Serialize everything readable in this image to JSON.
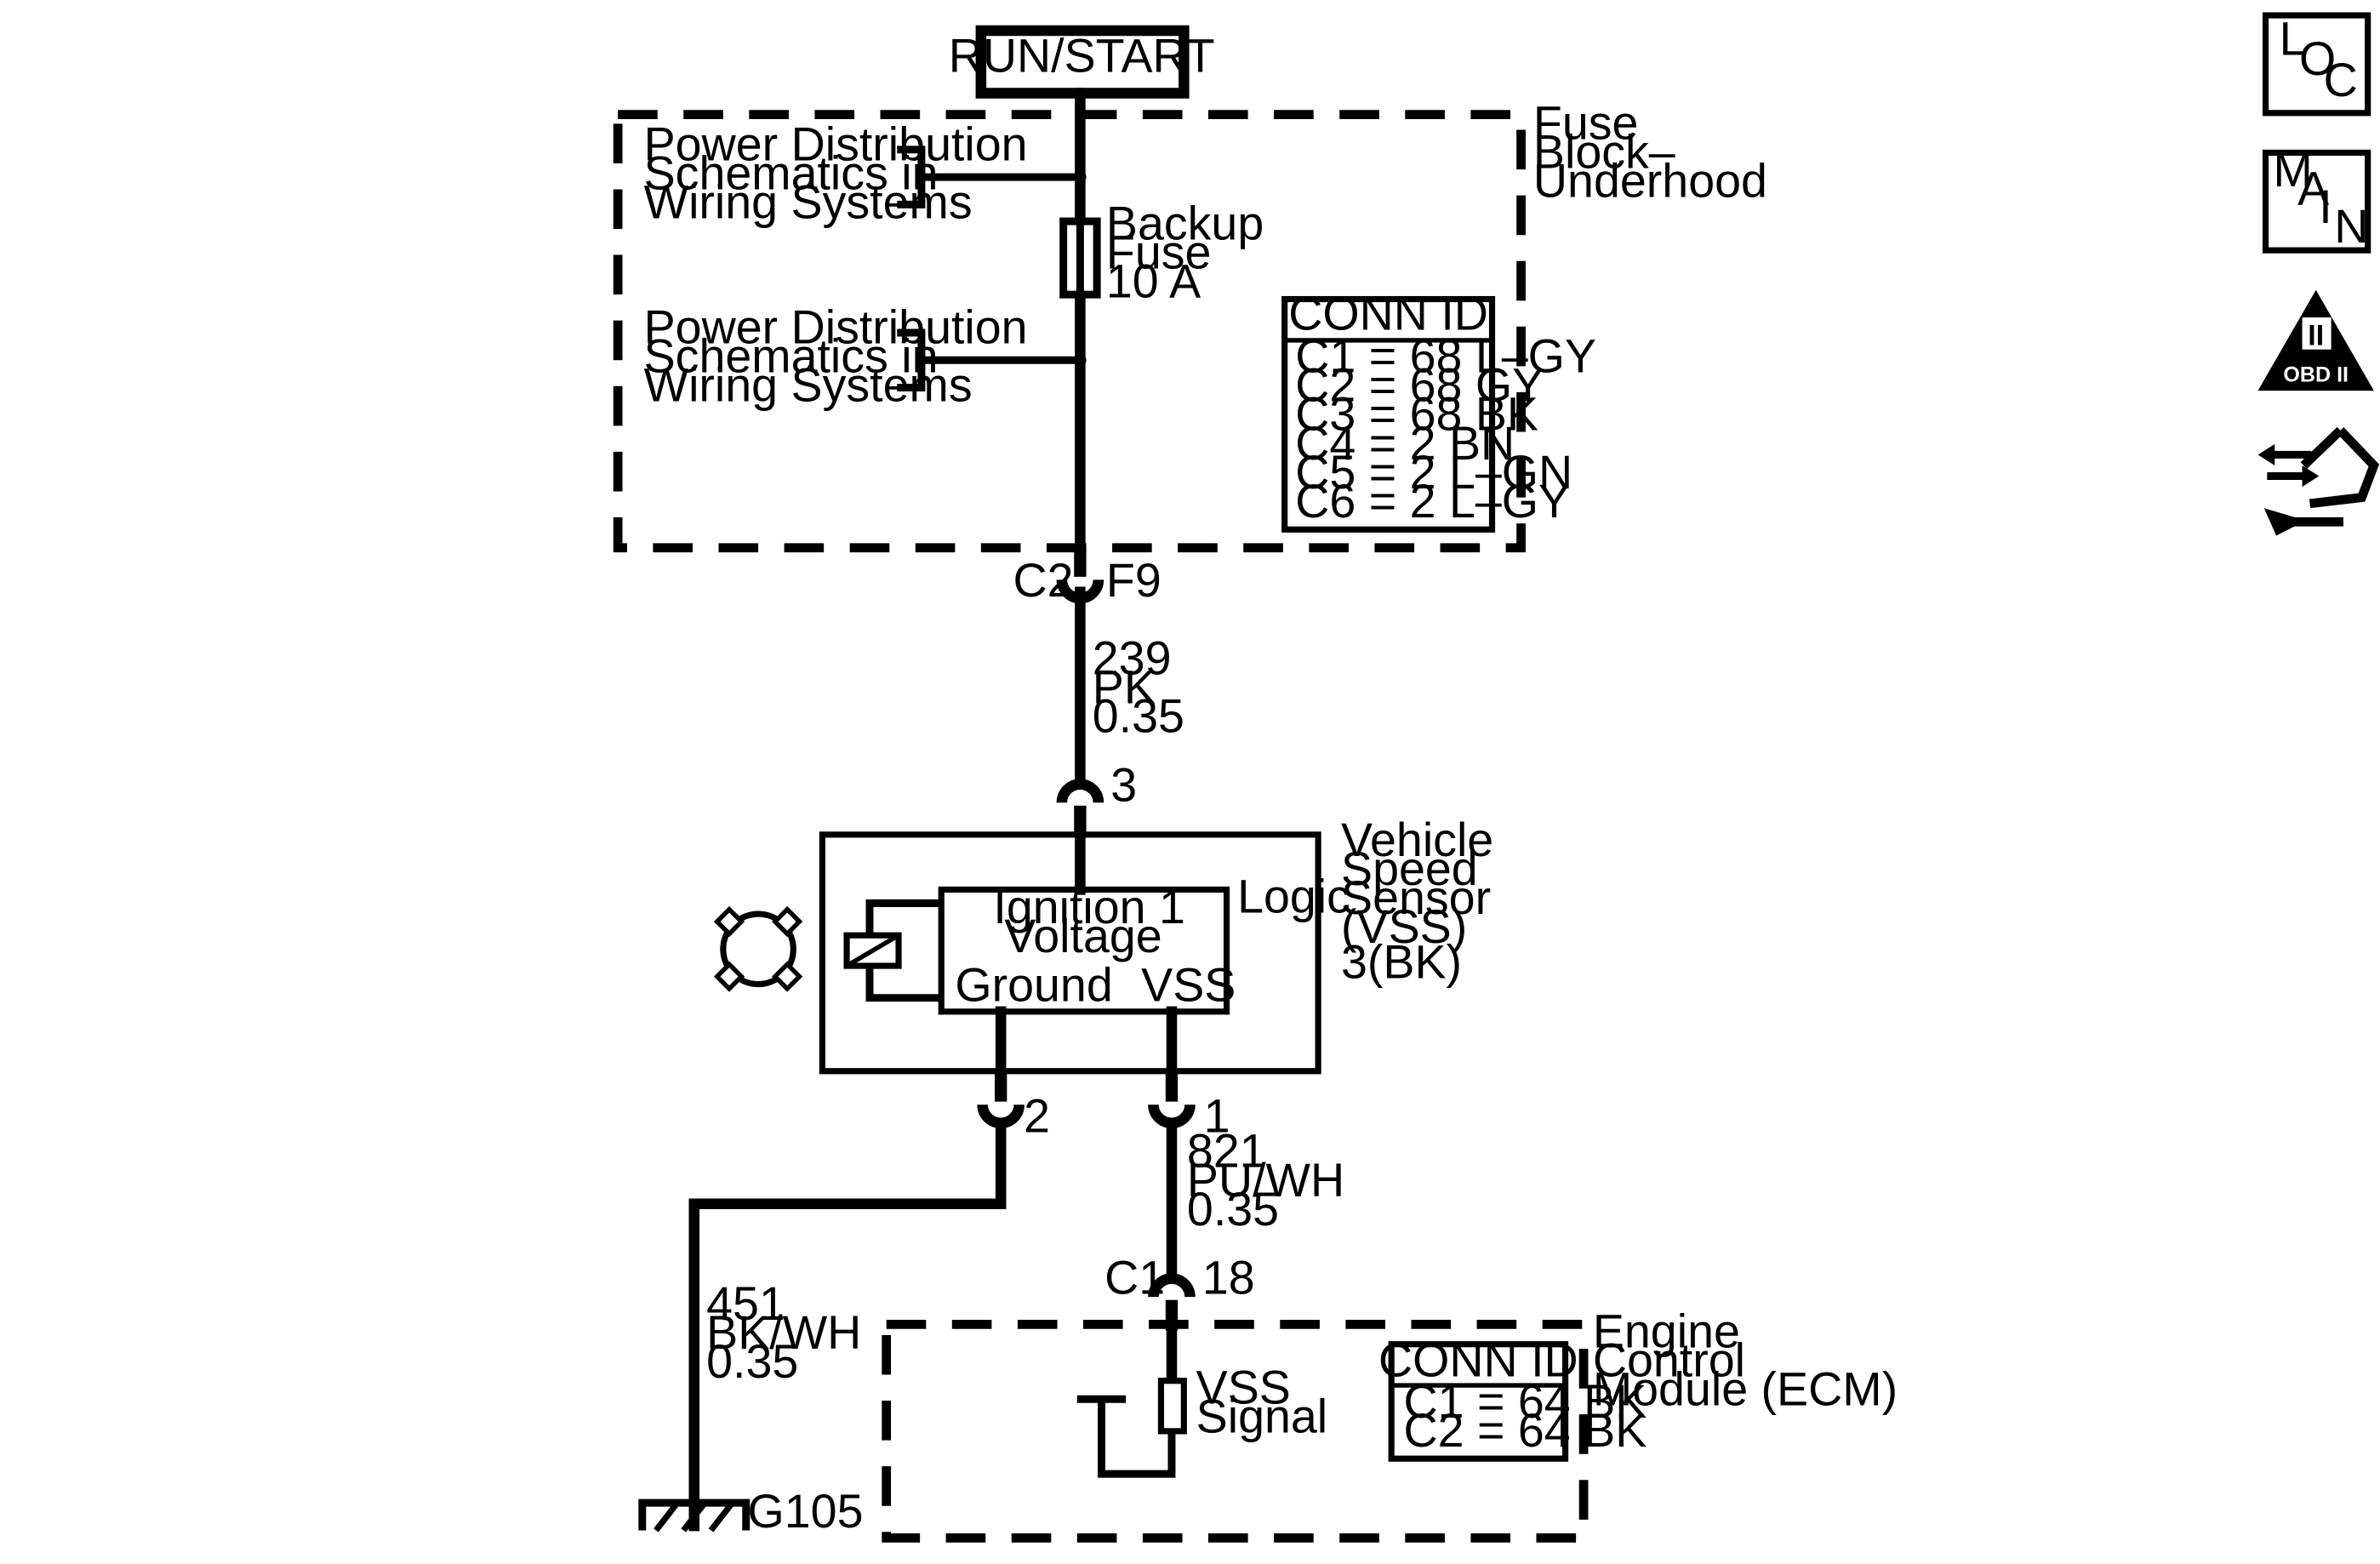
{
  "power": {
    "label": "RUN/START"
  },
  "fuse_block": {
    "name": [
      "Fuse",
      "Block–",
      "Underhood"
    ],
    "power_ref_1": [
      "Power Distribution",
      "Schematics in",
      "Wiring Systems"
    ],
    "power_ref_2": [
      "Power Distribution",
      "Schematics in",
      "Wiring Systems"
    ],
    "fuse": [
      "Backup",
      "Fuse",
      "10 A"
    ],
    "conn_id": {
      "title": "CONN ID",
      "rows": [
        "C1 = 68 L–GY",
        "C2 = 68 GY",
        "C3 = 68 BK",
        "C4 = 2 BN",
        "C5 = 2 L–GN",
        "C6 = 2 L–GY"
      ]
    }
  },
  "connectors": {
    "fuse_out": {
      "conn": "C2",
      "pin": "F9"
    },
    "vss_in": {
      "pin": "3"
    },
    "vss_ground": {
      "pin": "2"
    },
    "vss_signal": {
      "pin": "1"
    },
    "ecm_in": {
      "conn": "C1",
      "pin": "18"
    }
  },
  "wires": {
    "w239": [
      "239",
      "PK",
      "0.35"
    ],
    "w821": [
      "821",
      "PU/WH",
      "0.35"
    ],
    "w451": [
      "451",
      "BK/WH",
      "0.35"
    ]
  },
  "vss": {
    "name": [
      "Vehicle",
      "Speed",
      "Sensor",
      "(VSS)",
      "3(BK)"
    ],
    "logic": "Logic",
    "ignition": [
      "Ignition 1",
      "Voltage"
    ],
    "ground": "Ground",
    "vss": "VSS"
  },
  "ecm": {
    "name": [
      "Engine",
      "Control",
      "Module (ECM)"
    ],
    "signal": [
      "VSS",
      "Signal"
    ],
    "conn_id": {
      "title": "CONN ID",
      "rows": [
        "C1 = 64 BK",
        "C2 = 64 BK"
      ]
    }
  },
  "ground": {
    "label": "G105"
  },
  "nav": {
    "loc": [
      "L",
      "O",
      "C"
    ],
    "main": [
      "M",
      "A",
      "I",
      "N"
    ],
    "obd": {
      "numeral": "II",
      "label": "OBD II"
    },
    "connector_icon": "connector-tool-icon"
  }
}
